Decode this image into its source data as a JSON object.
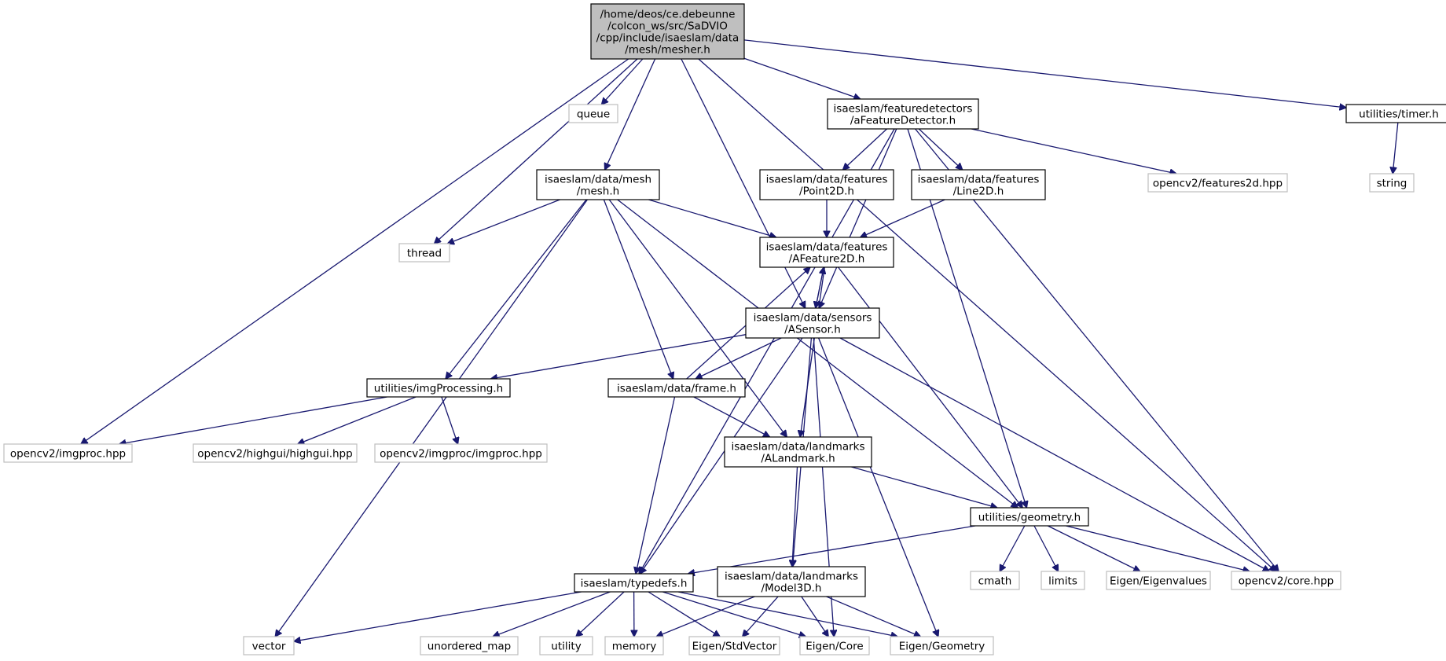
{
  "colors": {
    "edge": "#191970",
    "root_fill": "#bfbfbf",
    "root_stroke": "#000000",
    "internal_stroke": "#000000",
    "external_stroke": "#bfbfbf",
    "node_fill": "#ffffff"
  },
  "nodes": [
    {
      "id": "mesher",
      "kind": "root",
      "lines": [
        "/home/deos/ce.debeunne",
        "/colcon_ws/src/SaDVIO",
        "/cpp/include/isaeslam/data",
        "/mesh/mesher.h"
      ]
    },
    {
      "id": "queue",
      "kind": "external",
      "lines": [
        "queue"
      ]
    },
    {
      "id": "thread",
      "kind": "external",
      "lines": [
        "thread"
      ]
    },
    {
      "id": "aFeatureDetector",
      "kind": "internal",
      "lines": [
        "isaeslam/featuredetectors",
        "/aFeatureDetector.h"
      ]
    },
    {
      "id": "timer",
      "kind": "internal",
      "lines": [
        "utilities/timer.h"
      ]
    },
    {
      "id": "string",
      "kind": "external",
      "lines": [
        "string"
      ]
    },
    {
      "id": "mesh",
      "kind": "internal",
      "lines": [
        "isaeslam/data/mesh",
        "/mesh.h"
      ]
    },
    {
      "id": "point2d",
      "kind": "internal",
      "lines": [
        "isaeslam/data/features",
        "/Point2D.h"
      ]
    },
    {
      "id": "line2d",
      "kind": "internal",
      "lines": [
        "isaeslam/data/features",
        "/Line2D.h"
      ]
    },
    {
      "id": "features2d",
      "kind": "external",
      "lines": [
        "opencv2/features2d.hpp"
      ]
    },
    {
      "id": "afeature2d",
      "kind": "internal",
      "lines": [
        "isaeslam/data/features",
        "/AFeature2D.h"
      ]
    },
    {
      "id": "asensor",
      "kind": "internal",
      "lines": [
        "isaeslam/data/sensors",
        "/ASensor.h"
      ]
    },
    {
      "id": "imgprocessing",
      "kind": "internal",
      "lines": [
        "utilities/imgProcessing.h"
      ]
    },
    {
      "id": "frame",
      "kind": "internal",
      "lines": [
        "isaeslam/data/frame.h"
      ]
    },
    {
      "id": "imgproc",
      "kind": "external",
      "lines": [
        "opencv2/imgproc.hpp"
      ]
    },
    {
      "id": "highgui",
      "kind": "external",
      "lines": [
        "opencv2/highgui/highgui.hpp"
      ]
    },
    {
      "id": "imgproc2",
      "kind": "external",
      "lines": [
        "opencv2/imgproc/imgproc.hpp"
      ]
    },
    {
      "id": "alandmark",
      "kind": "internal",
      "lines": [
        "isaeslam/data/landmarks",
        "/ALandmark.h"
      ]
    },
    {
      "id": "geometry",
      "kind": "internal",
      "lines": [
        "utilities/geometry.h"
      ]
    },
    {
      "id": "typedefs",
      "kind": "internal",
      "lines": [
        "isaeslam/typedefs.h"
      ]
    },
    {
      "id": "model3d",
      "kind": "internal",
      "lines": [
        "isaeslam/data/landmarks",
        "/Model3D.h"
      ]
    },
    {
      "id": "cmath",
      "kind": "external",
      "lines": [
        "cmath"
      ]
    },
    {
      "id": "limits",
      "kind": "external",
      "lines": [
        "limits"
      ]
    },
    {
      "id": "eigenvalues",
      "kind": "external",
      "lines": [
        "Eigen/Eigenvalues"
      ]
    },
    {
      "id": "core",
      "kind": "external",
      "lines": [
        "opencv2/core.hpp"
      ]
    },
    {
      "id": "vector",
      "kind": "external",
      "lines": [
        "vector"
      ]
    },
    {
      "id": "unordered_map",
      "kind": "external",
      "lines": [
        "unordered_map"
      ]
    },
    {
      "id": "utility",
      "kind": "external",
      "lines": [
        "utility"
      ]
    },
    {
      "id": "memory",
      "kind": "external",
      "lines": [
        "memory"
      ]
    },
    {
      "id": "stdvector",
      "kind": "external",
      "lines": [
        "Eigen/StdVector"
      ]
    },
    {
      "id": "eigencore",
      "kind": "external",
      "lines": [
        "Eigen/Core"
      ]
    },
    {
      "id": "eigengeometry",
      "kind": "external",
      "lines": [
        "Eigen/Geometry"
      ]
    }
  ],
  "edges": [
    [
      "mesher",
      "imgproc"
    ],
    [
      "mesher",
      "thread"
    ],
    [
      "mesher",
      "queue"
    ],
    [
      "mesher",
      "mesh"
    ],
    [
      "mesher",
      "asensor"
    ],
    [
      "mesher",
      "aFeatureDetector"
    ],
    [
      "mesher",
      "core"
    ],
    [
      "mesher",
      "timer"
    ],
    [
      "timer",
      "string"
    ],
    [
      "aFeatureDetector",
      "typedefs"
    ],
    [
      "aFeatureDetector",
      "asensor"
    ],
    [
      "aFeatureDetector",
      "point2d"
    ],
    [
      "aFeatureDetector",
      "line2d"
    ],
    [
      "aFeatureDetector",
      "features2d"
    ],
    [
      "aFeatureDetector",
      "geometry"
    ],
    [
      "aFeatureDetector",
      "core"
    ],
    [
      "mesh",
      "thread"
    ],
    [
      "mesh",
      "vector"
    ],
    [
      "mesh",
      "imgprocessing"
    ],
    [
      "mesh",
      "alandmark"
    ],
    [
      "mesh",
      "frame"
    ],
    [
      "mesh",
      "afeature2d"
    ],
    [
      "mesh",
      "geometry"
    ],
    [
      "point2d",
      "afeature2d"
    ],
    [
      "line2d",
      "afeature2d"
    ],
    [
      "afeature2d",
      "asensor"
    ],
    [
      "afeature2d",
      "alandmark"
    ],
    [
      "afeature2d",
      "geometry"
    ],
    [
      "asensor",
      "afeature2d"
    ],
    [
      "asensor",
      "imgprocessing"
    ],
    [
      "asensor",
      "frame"
    ],
    [
      "asensor",
      "typedefs"
    ],
    [
      "asensor",
      "model3d"
    ],
    [
      "asensor",
      "eigencore"
    ],
    [
      "asensor",
      "eigengeometry"
    ],
    [
      "asensor",
      "core"
    ],
    [
      "imgprocessing",
      "imgproc"
    ],
    [
      "imgprocessing",
      "highgui"
    ],
    [
      "imgprocessing",
      "imgproc2"
    ],
    [
      "frame",
      "afeature2d"
    ],
    [
      "frame",
      "typedefs"
    ],
    [
      "frame",
      "alandmark"
    ],
    [
      "alandmark",
      "model3d"
    ],
    [
      "alandmark",
      "geometry"
    ],
    [
      "geometry",
      "typedefs"
    ],
    [
      "geometry",
      "cmath"
    ],
    [
      "geometry",
      "limits"
    ],
    [
      "geometry",
      "eigenvalues"
    ],
    [
      "geometry",
      "core"
    ],
    [
      "typedefs",
      "vector"
    ],
    [
      "typedefs",
      "unordered_map"
    ],
    [
      "typedefs",
      "utility"
    ],
    [
      "typedefs",
      "memory"
    ],
    [
      "typedefs",
      "stdvector"
    ],
    [
      "typedefs",
      "eigencore"
    ],
    [
      "typedefs",
      "eigengeometry"
    ],
    [
      "model3d",
      "memory"
    ],
    [
      "model3d",
      "stdvector"
    ],
    [
      "model3d",
      "eigencore"
    ],
    [
      "model3d",
      "eigengeometry"
    ]
  ]
}
